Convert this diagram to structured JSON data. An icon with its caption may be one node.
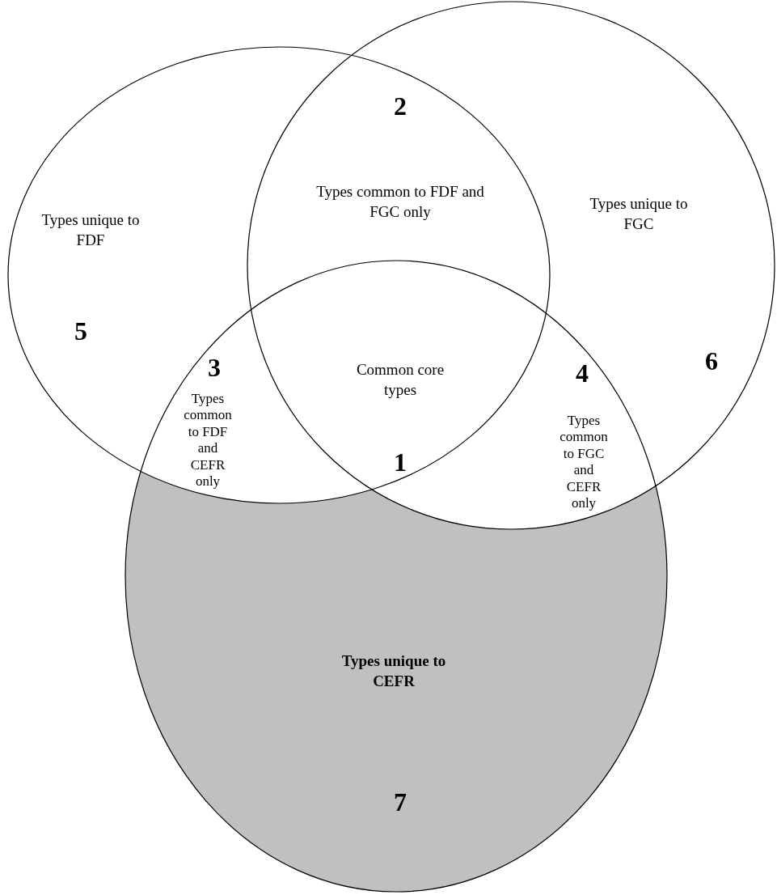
{
  "diagram": {
    "labels": [
      "2",
      "Types common to FDF and FGC only",
      "Types unique to FDF",
      "Types unique to FGC",
      "5",
      "6",
      "3",
      "Common core types",
      "4",
      "Types common to FDF and CEFR only",
      "Types common to FGC and CEFR only",
      "1",
      "Types unique to CEFR",
      "7"
    ]
  }
}
